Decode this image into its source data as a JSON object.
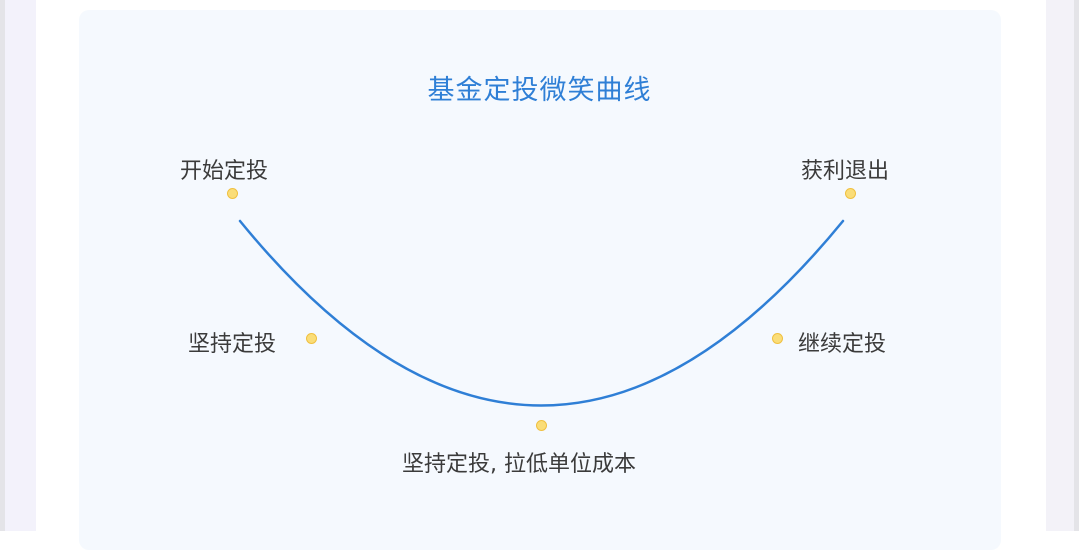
{
  "diagram": {
    "title": "基金定投微笑曲线",
    "colors": {
      "title": "#2f7fd6",
      "curve": "#2f7fd6",
      "dot_fill": "#fadd78",
      "dot_border": "#f0c040",
      "label": "#3b3b3b",
      "card_bg": "#f5f9fe"
    },
    "points": [
      {
        "label": "开始定投"
      },
      {
        "label": "坚持定投"
      },
      {
        "label": "坚持定投, 拉低单位成本"
      },
      {
        "label": "继续定投"
      },
      {
        "label": "获利退出"
      }
    ]
  }
}
